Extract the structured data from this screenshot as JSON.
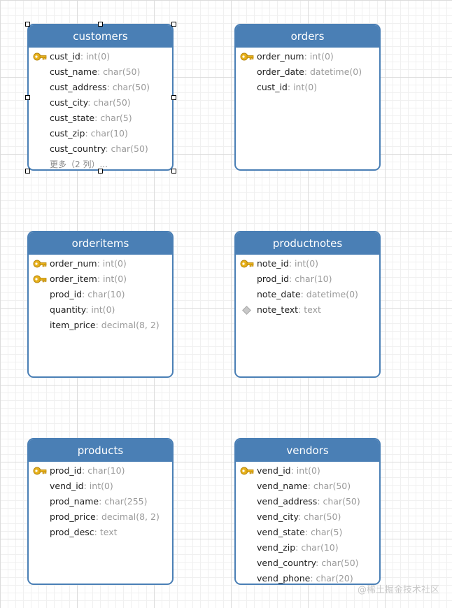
{
  "watermark": "@稀土掘金技术社区",
  "entities": [
    {
      "name": "customers",
      "fields": [
        {
          "name": "cust_id",
          "type": "int(0)",
          "icon": "key"
        },
        {
          "name": "cust_name",
          "type": "char(50)"
        },
        {
          "name": "cust_address",
          "type": "char(50)"
        },
        {
          "name": "cust_city",
          "type": "char(50)"
        },
        {
          "name": "cust_state",
          "type": "char(5)"
        },
        {
          "name": "cust_zip",
          "type": "char(10)"
        },
        {
          "name": "cust_country",
          "type": "char(50)"
        }
      ],
      "more": "更多（2 列）...",
      "selected": true
    },
    {
      "name": "orders",
      "fields": [
        {
          "name": "order_num",
          "type": "int(0)",
          "icon": "key"
        },
        {
          "name": "order_date",
          "type": "datetime(0)"
        },
        {
          "name": "cust_id",
          "type": "int(0)"
        }
      ]
    },
    {
      "name": "orderitems",
      "fields": [
        {
          "name": "order_num",
          "type": "int(0)",
          "icon": "key"
        },
        {
          "name": "order_item",
          "type": "int(0)",
          "icon": "key"
        },
        {
          "name": "prod_id",
          "type": "char(10)"
        },
        {
          "name": "quantity",
          "type": "int(0)"
        },
        {
          "name": "item_price",
          "type": "decimal(8, 2)"
        }
      ]
    },
    {
      "name": "productnotes",
      "fields": [
        {
          "name": "note_id",
          "type": "int(0)",
          "icon": "key"
        },
        {
          "name": "prod_id",
          "type": "char(10)"
        },
        {
          "name": "note_date",
          "type": "datetime(0)"
        },
        {
          "name": "note_text",
          "type": "text",
          "icon": "diamond"
        }
      ]
    },
    {
      "name": "products",
      "fields": [
        {
          "name": "prod_id",
          "type": "char(10)",
          "icon": "key"
        },
        {
          "name": "vend_id",
          "type": "int(0)"
        },
        {
          "name": "prod_name",
          "type": "char(255)"
        },
        {
          "name": "prod_price",
          "type": "decimal(8, 2)"
        },
        {
          "name": "prod_desc",
          "type": "text"
        }
      ]
    },
    {
      "name": "vendors",
      "fields": [
        {
          "name": "vend_id",
          "type": "int(0)",
          "icon": "key"
        },
        {
          "name": "vend_name",
          "type": "char(50)"
        },
        {
          "name": "vend_address",
          "type": "char(50)"
        },
        {
          "name": "vend_city",
          "type": "char(50)"
        },
        {
          "name": "vend_state",
          "type": "char(5)"
        },
        {
          "name": "vend_zip",
          "type": "char(10)"
        },
        {
          "name": "vend_country",
          "type": "char(50)"
        },
        {
          "name": "vend_phone",
          "type": "char(20)"
        }
      ]
    }
  ],
  "colors": {
    "header": "#4a7fb5",
    "key_icon": "#e8b21c",
    "type_text": "#9a9a9a"
  }
}
